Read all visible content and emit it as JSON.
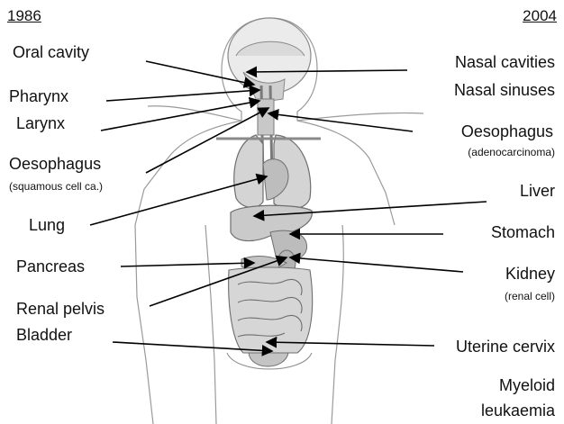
{
  "years": {
    "left": "1986",
    "right": "2004"
  },
  "left_labels": {
    "oral_cavity": "Oral cavity",
    "pharynx": "Pharynx",
    "larynx": "Larynx",
    "oesophagus": "Oesophagus",
    "oesophagus_note": "(squamous cell ca.)",
    "lung": "Lung",
    "pancreas": "Pancreas",
    "renal_pelvis": "Renal pelvis",
    "bladder": "Bladder"
  },
  "right_labels": {
    "nasal_cavities": "Nasal cavities",
    "nasal_sinuses": "Nasal sinuses",
    "oesophagus": "Oesophagus",
    "oesophagus_note": "(adenocarcinoma)",
    "liver": "Liver",
    "stomach": "Stomach",
    "kidney": "Kidney",
    "kidney_note": "(renal cell)",
    "uterine_cervix": "Uterine cervix",
    "myeloid": "Myeloid",
    "leukaemia": "leukaemia"
  },
  "colors": {
    "organ_fill": "#d9d9d9",
    "organ_stroke": "#6e6e6e",
    "line": "#000000"
  }
}
